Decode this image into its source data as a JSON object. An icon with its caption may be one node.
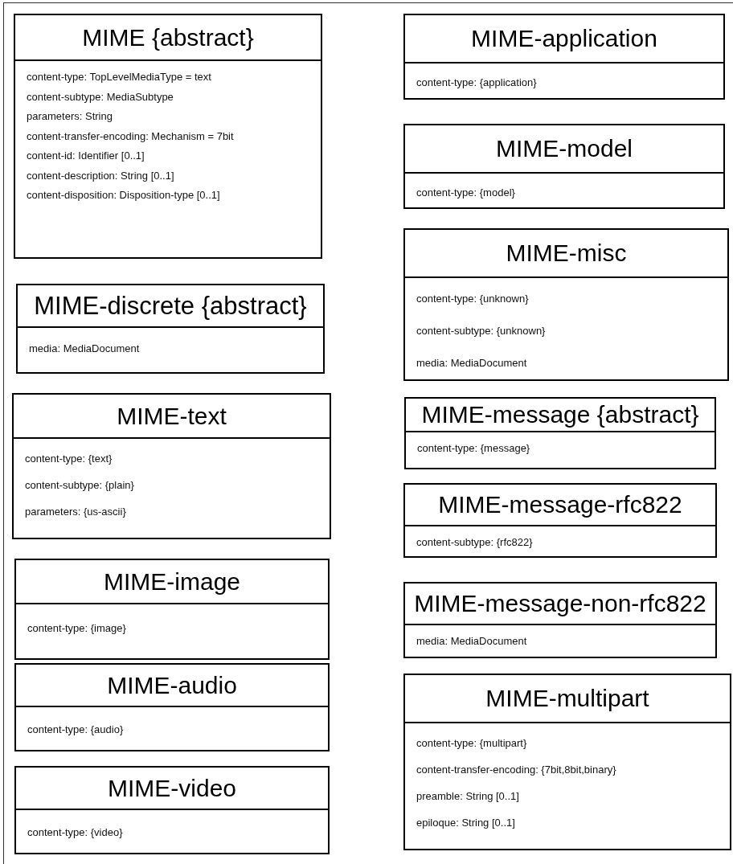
{
  "diagram": {
    "nodes": [
      {
        "text": [
          "MIME {abstract}",
          "content-type: TopLevelMediaType = text",
          "content-subtype: MediaSubtype",
          "parameters: String",
          "content-transfer-encoding: Mechanism = 7bit",
          "content-id: Identifier [0..1]",
          "content-description: String [0..1]",
          "content-disposition: Disposition-type [0..1]"
        ]
      },
      {
        "text": [
          "MIME-discrete {abstract}",
          "media: MediaDocument"
        ]
      },
      {
        "text": [
          "MIME-text",
          "content-type: {text}",
          "content-subtype: {plain}",
          "parameters: {us-ascii}"
        ]
      },
      {
        "text": [
          "MIME-image",
          "content-type: {image}"
        ]
      },
      {
        "text": [
          "MIME-audio",
          "content-type: {audio}"
        ]
      },
      {
        "text": [
          "MIME-video",
          "content-type: {video}"
        ]
      },
      {
        "text": [
          "MIME-application",
          "content-type: {application}"
        ]
      },
      {
        "text": [
          "MIME-model",
          "content-type: {model}"
        ]
      },
      {
        "text": [
          "MIME-misc",
          "content-type: {unknown}",
          "content-subtype: {unknown}",
          "media: MediaDocument"
        ]
      },
      {
        "text": [
          "MIME-message {abstract}",
          "content-type: {message}"
        ]
      },
      {
        "text": [
          "MIME-message-rfc822",
          "content-subtype: {rfc822}"
        ]
      },
      {
        "text": [
          "MIME-message-non-rfc822",
          "media: MediaDocument"
        ]
      },
      {
        "text": [
          "MIME-multipart",
          "content-type: {multipart}",
          "content-transfer-encoding: {7bit,8bit,binary}",
          "preamble: String [0..1]",
          "epiloque: String [0..1]"
        ]
      }
    ],
    "edges": []
  }
}
